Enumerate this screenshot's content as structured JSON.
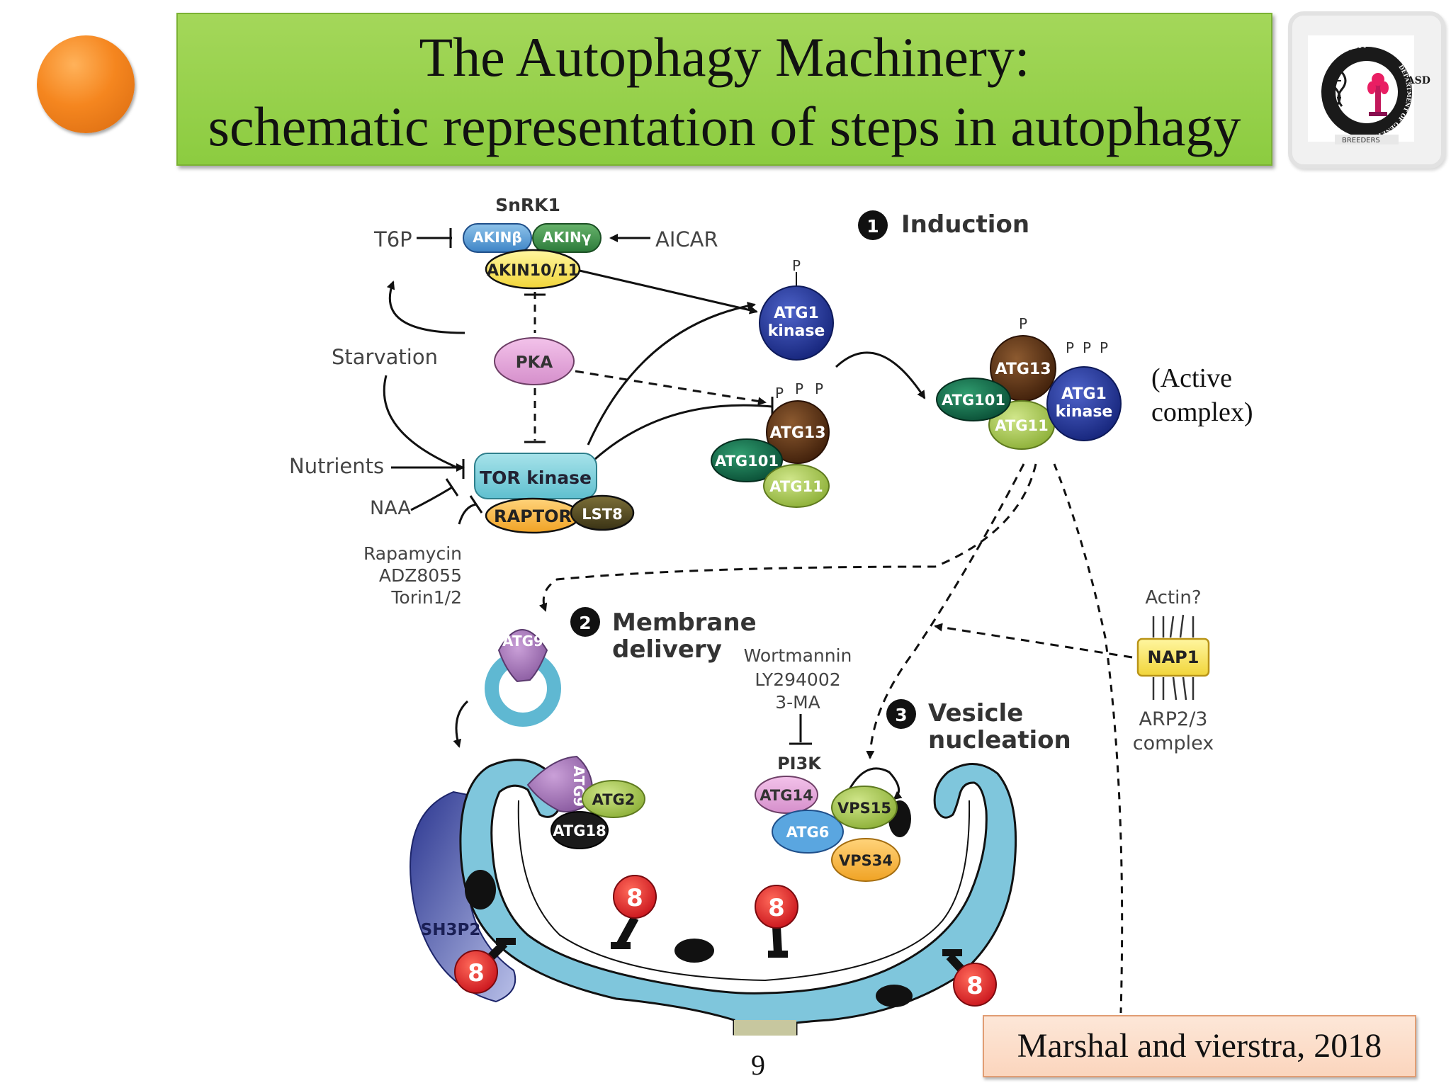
{
  "slide": {
    "title_line1": "The Autophagy Machinery:",
    "title_line2": "schematic representation of steps in autophagy",
    "active_complex_line1": "(Active",
    "active_complex_line2": "complex)",
    "citation": "Marshal and vierstra, 2018",
    "page_number": "9"
  },
  "logo": {
    "text_top": "GENETICS SOCIETY",
    "text_right": "UASD",
    "text_ring": "DEPARTMENT OF GENETICS AND PLANT BREEDING",
    "text_bottom": "BREEDERS"
  },
  "diagram": {
    "steps": {
      "s1_num": "1",
      "s1_label": "Induction",
      "s2_num": "2",
      "s2_label1": "Membrane",
      "s2_label2": "delivery",
      "s3_num": "3",
      "s3_label1": "Vesicle",
      "s3_label2": "nucleation"
    },
    "labels": {
      "snrk1": "SnRK1",
      "akin_beta": "AKINβ",
      "akin_gamma": "AKINγ",
      "akin10_11": "AKIN10/11",
      "t6p": "T6P",
      "aicar": "AICAR",
      "pka": "PKA",
      "starvation": "Starvation",
      "nutrients": "Nutrients",
      "naa": "NAA",
      "tor_kinase": "TOR kinase",
      "raptor": "RAPTOR",
      "lst8": "LST8",
      "rapamycin": "Rapamycin",
      "adz8055": "ADZ8055",
      "torin": "Torin1/2",
      "atg1_a": "ATG1",
      "atg1_b": "kinase",
      "atg13": "ATG13",
      "atg101": "ATG101",
      "atg11": "ATG11",
      "p": "P",
      "atg9": "ATG9",
      "atg2": "ATG2",
      "atg18": "ATG18",
      "wortmannin": "Wortmannin",
      "ly294002": "LY294002",
      "ma3": "3-MA",
      "pi3k": "PI3K",
      "atg14": "ATG14",
      "atg6": "ATG6",
      "vps15": "VPS15",
      "vps34": "VPS34",
      "actin": "Actin?",
      "nap1": "NAP1",
      "arp23_a": "ARP2/3",
      "arp23_b": "complex",
      "sh3p2": "SH3P2",
      "eight": "8"
    }
  },
  "colors": {
    "title_bg": "#8fcd44",
    "bullet": "#f5861f",
    "membrane": "#7fc6dc",
    "citation_bg": "#fcdcc6",
    "atg1": "#1e2f8f",
    "atg13": "#5a2e12",
    "atg101": "#0f6b4a",
    "atg11": "#a6c64a",
    "atg8": "#e3262b"
  }
}
